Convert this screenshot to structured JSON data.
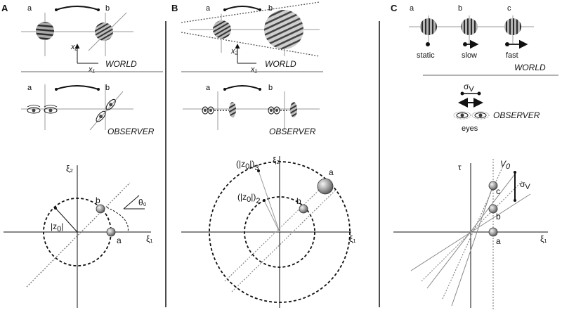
{
  "panels": {
    "A": {
      "letter": "A",
      "top_labels": [
        "a",
        "b"
      ],
      "world_label": "WORLD",
      "axis_x": "x₁",
      "axis_y": "x₂",
      "mid_labels": [
        "a",
        "b"
      ],
      "observer_label": "OBSERVER",
      "xi1": "ξ₁",
      "xi2": "ξ₂",
      "theta": "θ₀",
      "z_open": "|z",
      "z_sub": "0",
      "z_close": "|",
      "pt_a": "a",
      "pt_b": "b"
    },
    "B": {
      "letter": "B",
      "top_labels": [
        "a",
        "b"
      ],
      "world_label": "WORLD",
      "axis_x": "x₁",
      "axis_y": "x₂",
      "mid_labels": [
        "a",
        "b"
      ],
      "observer_label": "OBSERVER",
      "xi1": "ξ₁",
      "xi2": "ξ₂",
      "z3_open": "(|z",
      "z3_sub": "0",
      "z3_close": "|)",
      "z3_idx": "3",
      "z2_open": "(|z",
      "z2_sub": "0",
      "z2_close": "|)",
      "z2_idx": "2",
      "pt_a": "a",
      "pt_b": "b"
    },
    "C": {
      "letter": "C",
      "top_labels": [
        "a",
        "b",
        "c"
      ],
      "speed_labels": [
        "static",
        "slow",
        "fast"
      ],
      "world_label": "WORLD",
      "sigma": "σ",
      "sigma_sub": "V",
      "observer_label": "OBSERVER",
      "eyes_label": "eyes",
      "tau": "τ",
      "v0": "V",
      "v0_sub": "0",
      "xi1": "ξ₁",
      "pt_a": "a",
      "pt_b": "b",
      "pt_c": "c"
    }
  }
}
